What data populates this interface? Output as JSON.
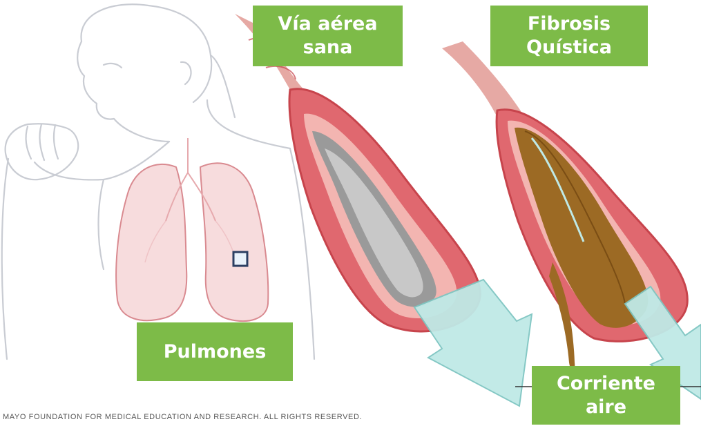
{
  "labels": {
    "healthy_airway": [
      "Vía aérea",
      "sana"
    ],
    "cystic_fibrosis": [
      "Fibrosis",
      "Quística"
    ],
    "lungs": "Pulmones",
    "airflow": [
      "Corriente",
      "aire"
    ]
  },
  "copyright": "MAYO FOUNDATION FOR MEDICAL EDUCATION AND RESEARCH. ALL RIGHTS RESERVED.",
  "colors": {
    "label_bg": "#7dbb48",
    "label_text": "#ffffff",
    "airway_wall": "#e0686f",
    "airway_inner": "#f3b5b1",
    "mucus": "#9c6a24",
    "airflow_arrow": "#bfe9e6",
    "lung_fill": "#f7dcdd"
  },
  "icons": [
    "person-coughing-figure",
    "lungs-illustration",
    "healthy-airway-tube",
    "cf-airway-tube",
    "airflow-arrow"
  ]
}
